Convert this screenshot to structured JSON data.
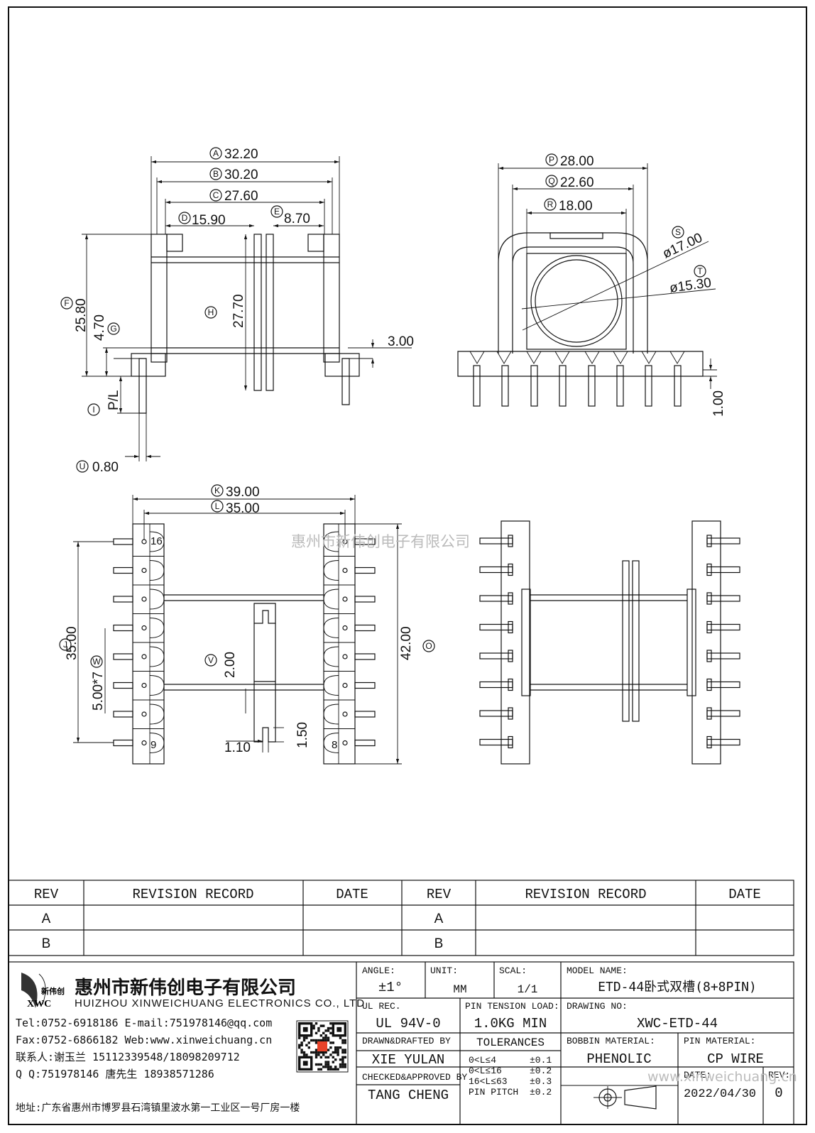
{
  "views": {
    "top_left": {
      "dims": {
        "A": "32.20",
        "B": "30.20",
        "C": "27.60",
        "D": "15.90",
        "E": "8.70",
        "F": "25.80",
        "G": "4.70",
        "H": "27.70",
        "pin_height": "3.00",
        "I": "P/L",
        "U": "0.80"
      }
    },
    "top_right": {
      "dims": {
        "P": "28.00",
        "Q": "22.60",
        "R": "18.00",
        "S": "ø17.00",
        "T": "ø15.30",
        "tab": "1.00"
      }
    },
    "bottom_left": {
      "dims": {
        "K": "39.00",
        "L": "35.00",
        "J": "35.00",
        "pitch": "5.00*7",
        "O": "42.00",
        "V": "2.00",
        "slot_h": "1.50",
        "slot_w": "1.10"
      },
      "pin_numbers": {
        "p16": "16",
        "p9": "9",
        "p8": "8"
      }
    }
  },
  "watermark_cn": "惠州市新伟创电子有限公司",
  "revision_table": {
    "headers": {
      "rev": "REV",
      "record": "REVISION RECORD",
      "date": "DATE"
    },
    "rows_left": [
      "A",
      "B"
    ],
    "rows_right": [
      "A",
      "B"
    ]
  },
  "company": {
    "logo_text": "新伟创",
    "logo_abbr": "XWC",
    "name_cn": "惠州市新伟创电子有限公司",
    "name_en": "HUIZHOU XINWEICHUANG ELECTRONICS CO., LTD",
    "tel_line": "Tel:0752-6918186 E-mail:751978146@qq.com",
    "fax_line": "Fax:0752-6866182 Web:www.xinweichuang.cn",
    "contact_line": "联系人:谢玉兰 15112339548/18098209712",
    "qq_line": "Q Q:751978146    唐先生 18938571286",
    "address_line": "地址:广东省惠州市博罗县石湾镇里波水第一工业区一号厂房一楼"
  },
  "title_block": {
    "angle_label": "ANGLE:",
    "angle_value": "±1°",
    "unit_label": "UNIT:",
    "unit_value": "MM",
    "scale_label": "SCAL:",
    "scale_value": "1/1",
    "model_label": "MODEL NAME:",
    "model_value": "ETD-44卧式双槽(8+8PIN)",
    "ul_label": "UL REC.",
    "ul_value": "UL 94V-0",
    "tension_label": "PIN TENSION LOAD:",
    "tension_value": "1.0KG MIN",
    "drawing_label": "DRAWING NO:",
    "drawing_value": "XWC-ETD-44",
    "drawn_label": "DRAWN&DRAFTED BY",
    "drawn_value": "XIE YULAN",
    "tolerances_label": "TOLERANCES",
    "tolerances": [
      {
        "range": "0<L≤4",
        "tol": "±0.1"
      },
      {
        "range": "0<L≤16",
        "tol": "±0.2"
      },
      {
        "range": "16<L≤63",
        "tol": "±0.3"
      },
      {
        "range": "PIN PITCH",
        "tol": "±0.2"
      }
    ],
    "bobbin_label": "BOBBIN MATERIAL:",
    "bobbin_value": "PHENOLIC",
    "pin_mat_label": "PIN MATERIAL:",
    "pin_mat_value": "CP WIRE",
    "checked_label": "CHECKED&APPROVED BY",
    "checked_value": "TANG CHENG",
    "date_label": "DATE:",
    "date_value": "2022/04/30",
    "rev_label": "REV:",
    "rev_value": "0",
    "watermark_url": "www.xinweichuang.cn"
  }
}
